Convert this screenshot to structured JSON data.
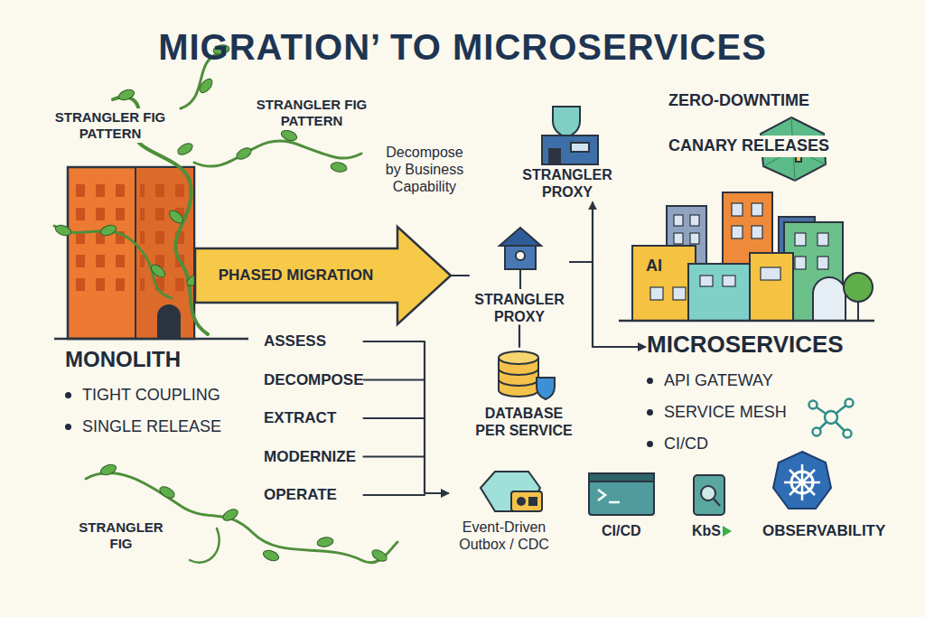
{
  "diagram": {
    "title": "MIGRATION’ TO MICROSERVICES",
    "nodes": [
      {
        "text": [
          "MONOLITH",
          "TIGHT COUPLING",
          "SINGLE RELEASE"
        ]
      },
      {
        "text": [
          "PHASED MIGRATION"
        ]
      },
      {
        "text": [
          "STRANGLER PROXY"
        ]
      },
      {
        "text": [
          "STRANGLER PROXY"
        ]
      },
      {
        "text": [
          "MICROSERVICES",
          "API GATEWAY",
          "SERVICE MESH",
          "CI/CD"
        ]
      },
      {
        "text": [
          "DATABASE PER SERVICE"
        ]
      },
      {
        "text": [
          "Event-Driven Outbox / CDC"
        ]
      },
      {
        "text": [
          "ASSESS",
          "DECOMPOSE",
          "EXTRACT",
          "MODERNIZE",
          "OPERATE"
        ]
      }
    ],
    "edges": [
      {
        "from": 1,
        "to": 2,
        "arrow": "none"
      },
      {
        "from": 2,
        "to": 3,
        "arrow": "to"
      },
      {
        "from": 2,
        "to": 4,
        "arrow": "to"
      },
      {
        "from": 2,
        "to": 5,
        "arrow": "none"
      },
      {
        "from": 7,
        "to": 6,
        "arrow": "to"
      }
    ],
    "labels": [
      "STRANGLER FIG PATTERN",
      "STRANGLER FIG PATTERN",
      "Decompose by Business Capability",
      "ZERO-DOWNTIME",
      "CANARY RELEASES",
      "AI",
      "STRANGLER FIG",
      "CI/CD",
      "KbS",
      "OBSERVABILITY"
    ]
  }
}
